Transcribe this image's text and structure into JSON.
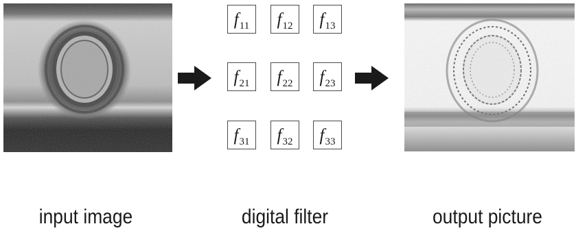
{
  "captions": {
    "input": "input image",
    "filter": "digital filter",
    "output": "output picture"
  },
  "filter_matrix": [
    [
      {
        "base": "f",
        "sub": "11"
      },
      {
        "base": "f",
        "sub": "12"
      },
      {
        "base": "f",
        "sub": "13"
      }
    ],
    [
      {
        "base": "f",
        "sub": "21"
      },
      {
        "base": "f",
        "sub": "22"
      },
      {
        "base": "f",
        "sub": "23"
      }
    ],
    [
      {
        "base": "f",
        "sub": "31"
      },
      {
        "base": "f",
        "sub": "32"
      },
      {
        "base": "f",
        "sub": "33"
      }
    ]
  ],
  "icons": [
    "arrow-right-icon",
    "arrow-right-icon"
  ]
}
